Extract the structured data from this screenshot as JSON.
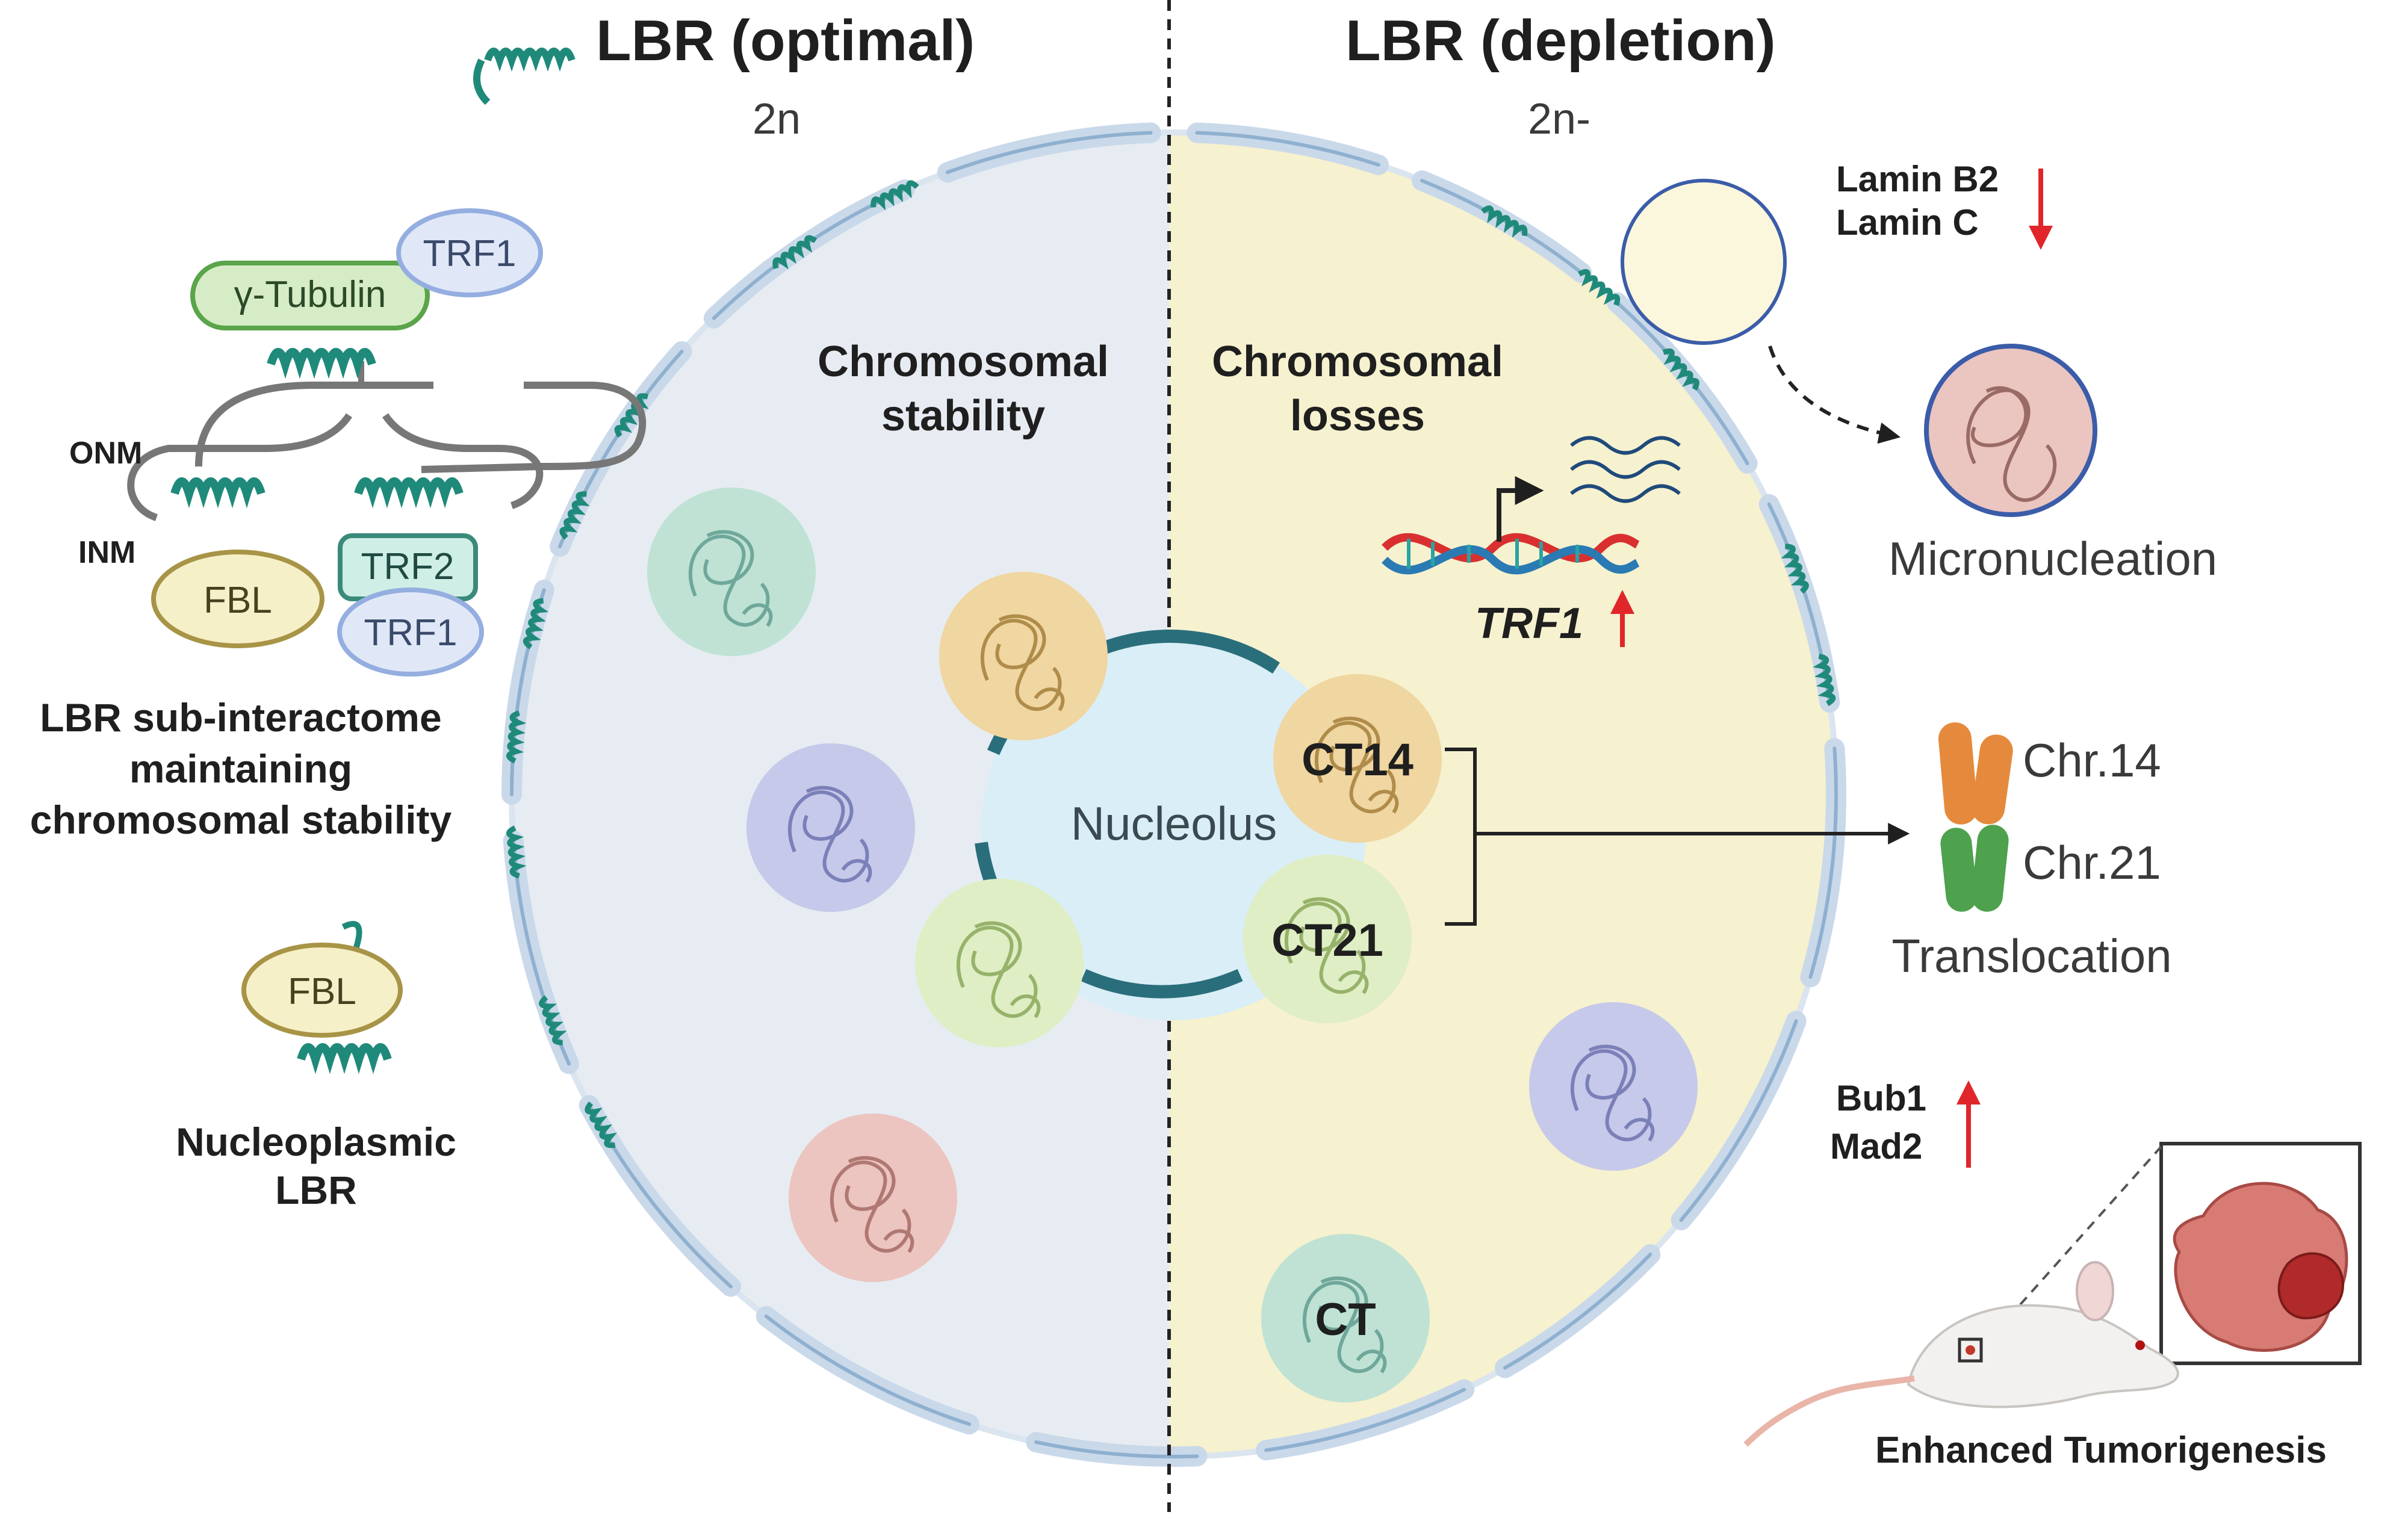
{
  "left": {
    "title": "LBR (optimal)",
    "ploidy": "2n",
    "center_label_line1": "Chromosomal",
    "center_label_line2": "stability",
    "interactome": {
      "gamma_tubulin": "γ-Tubulin",
      "trf1_top": "TRF1",
      "onm": "ONM",
      "inm": "INM",
      "fbl": "FBL",
      "trf2": "TRF2",
      "trf1_bottom": "TRF1",
      "caption_line1": "LBR sub-interactome",
      "caption_line2": "maintaining",
      "caption_line3": "chromosomal stability"
    },
    "nucleoplasmic": {
      "fbl": "FBL",
      "caption_line1": "Nucleoplasmic",
      "caption_line2": "LBR"
    }
  },
  "right": {
    "title": "LBR (depletion)",
    "ploidy": "2n-",
    "center_label_line1": "Chromosomal",
    "center_label_line2": "losses",
    "trf1": "TRF1",
    "lamin_b2": "Lamin B2",
    "lamin_c": "Lamin C",
    "micronucleation": "Micronucleation",
    "ct14": "CT14",
    "ct21": "CT21",
    "ct": "CT",
    "chr14": "Chr.14",
    "chr21": "Chr.21",
    "translocation": "Translocation",
    "bub1": "Bub1",
    "mad2": "Mad2",
    "tumorigenesis": "Enhanced Tumorigenesis"
  },
  "nucleolus": "Nucleolus",
  "colors": {
    "left_nucleus": "#e7ecf2",
    "right_nucleus": "#f6f1cf",
    "envelope": "#c9d9ea",
    "envelope_stroke": "#8fb0cf",
    "nucleolus": "#d9eef6",
    "nucleolus_ring": "#2a6e7c",
    "protein": "#1f8a7a",
    "arrow_red": "#e0262b"
  }
}
